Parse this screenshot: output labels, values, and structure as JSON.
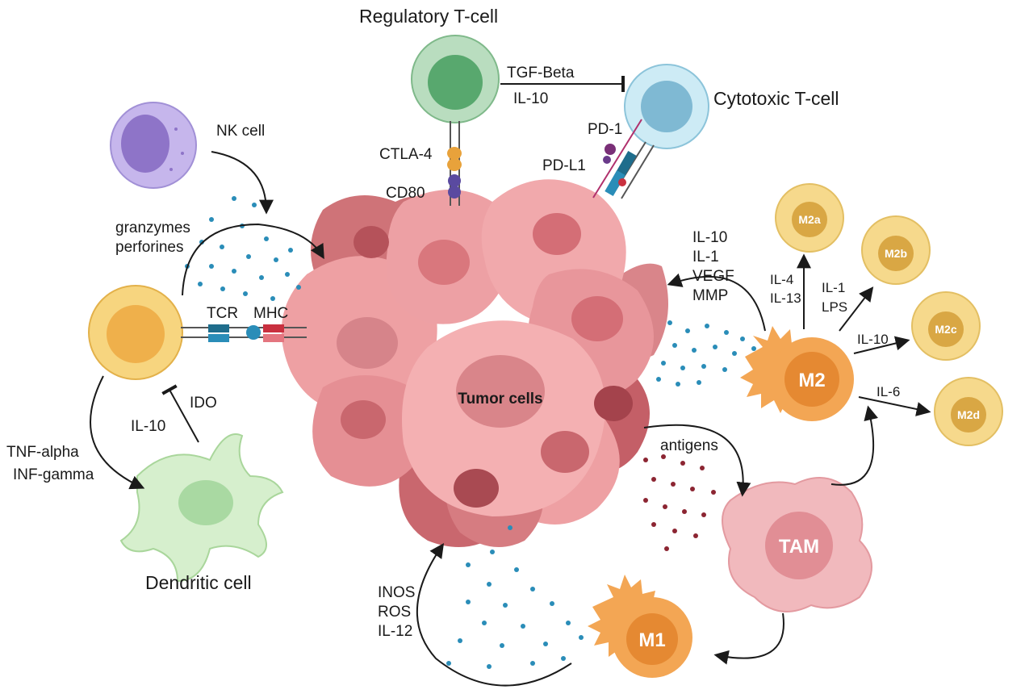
{
  "cells": {
    "regulatory_t": "Regulatory T-cell",
    "cytotoxic_t": "Cytotoxic T-cell",
    "nk": "NK cell",
    "dendritic": "Dendritic cell",
    "tumor": "Tumor cells",
    "m2a": "M2a",
    "m2b": "M2b",
    "m2c": "M2c",
    "m2d": "M2d",
    "m2": "M2",
    "m1": "M1",
    "tam": "TAM"
  },
  "labels": {
    "tgf_beta": "TGF-Beta",
    "il10_treg": "IL-10",
    "ctla4": "CTLA-4",
    "cd80": "CD80",
    "pd1": "PD-1",
    "pdl1": "PD-L1",
    "granzymes": "granzymes",
    "perforines": "perforines",
    "tcr": "TCR",
    "mhc": "MHC",
    "ido": "IDO",
    "il10_dc": "IL-10",
    "tnf_alpha": "TNF-alpha",
    "inf_gamma": "INF-gamma",
    "m2_factors": [
      "IL-10",
      "IL-1",
      "VEGF",
      "MMP"
    ],
    "il4": "IL-4",
    "il13": "IL-13",
    "il1_m2b": "IL-1",
    "lps": "LPS",
    "il10_m2c": "IL-10",
    "il6": "IL-6",
    "antigens": "antigens",
    "m1_factors": [
      "INOS",
      "ROS",
      "IL-12"
    ]
  },
  "colors": {
    "tumor": "#e8999c",
    "tumor_dark": "#c9676e",
    "macrophage_yellow": "#f6d98c",
    "m2_orange": "#f3a654",
    "tam_pink": "#f1b9bd",
    "treg_green": "#9fd3a6",
    "cytotoxic_blue": "#b9e1ef",
    "nk_purple": "#b9a6e3",
    "tcell_yellow": "#f7c860",
    "dc_green": "#cdebc4",
    "dots_blue": "#2a8db8",
    "dots_red": "#8c2532"
  }
}
